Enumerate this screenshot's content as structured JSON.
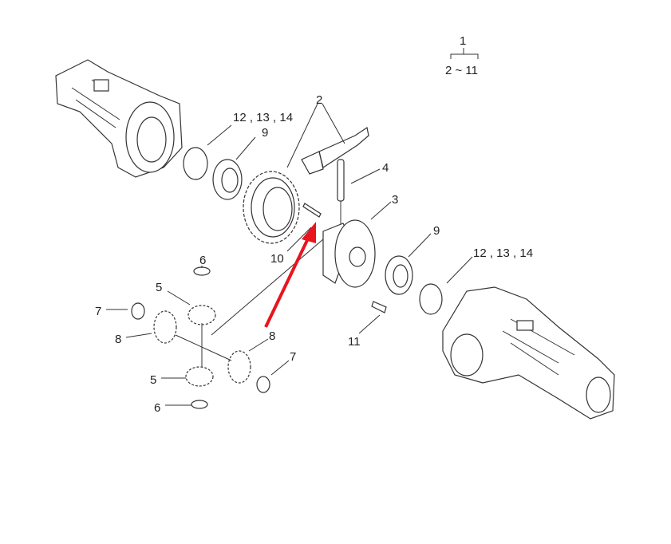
{
  "legend": {
    "top": "1",
    "bottom": "2 ~ 11"
  },
  "callouts": {
    "c12a": "12 , 13 , 14",
    "c9a": "9",
    "c2": "2",
    "c4": "4",
    "c3": "3",
    "c9b": "9",
    "c12b": "12 , 13 , 14",
    "c10": "10",
    "c6a": "6",
    "c5a": "5",
    "c7a": "7",
    "c8a": "8",
    "c8b": "8",
    "c7b": "7",
    "c11": "11",
    "c5b": "5",
    "c6b": "6"
  },
  "colors": {
    "arrow": "#e8141e",
    "line": "#333333"
  }
}
